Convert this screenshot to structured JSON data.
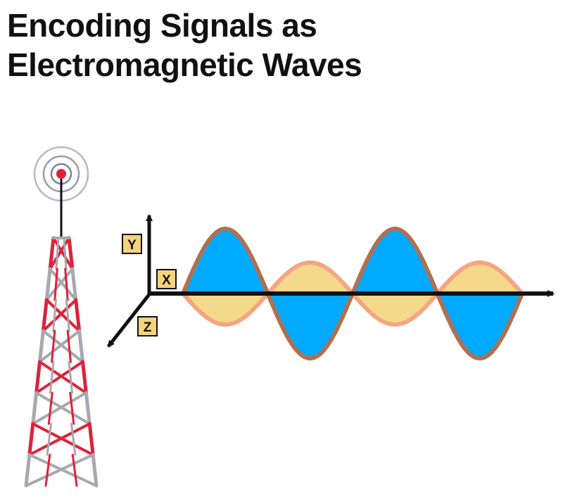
{
  "title": {
    "line1": "Encoding Signals as",
    "line2": "Electromagnetic Waves"
  },
  "axes": {
    "y_label": "Y",
    "x_label": "X",
    "z_label": "Z"
  },
  "colors": {
    "electric_wave_fill": "#00aaff",
    "electric_wave_stroke": "#b07050",
    "magnetic_wave_fill": "#f5d98a",
    "magnetic_wave_stroke": "#f4a582",
    "tower_red": "#e0213a",
    "tower_gray": "#a8a8b0",
    "beacon_red": "#e0213a",
    "label_box": "#f3d37c",
    "axis": "#111111"
  },
  "icons": {
    "tower": "radio-tower-icon",
    "beacon": "beacon-icon"
  }
}
